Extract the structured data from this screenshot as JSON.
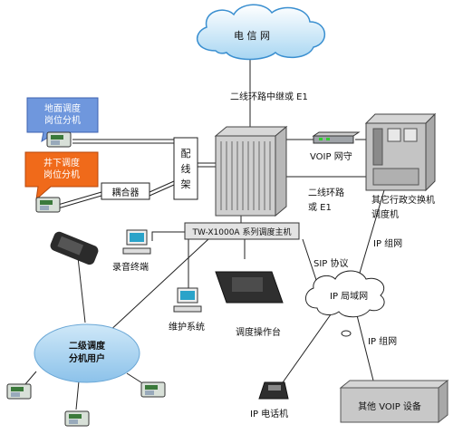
{
  "nodes": {
    "telecom": "电 信 网",
    "ground_dispatcher": "地面调度\n岗位分机",
    "underground_dispatcher": "井下调度\n岗位分机",
    "distribution_frame": "配\n线\n架",
    "coupler": "耦合器",
    "main_unit": "TW-X1000A 系列调度主机",
    "recorder": "录音终端",
    "maintenance": "维护系统",
    "console": "调度操作台",
    "secondary_users": "二级调度\n分机用户",
    "ip_lan": "IP 局域网",
    "ip_phone": "IP 电话机",
    "other_voip": "其他 VOIP 设备",
    "other_switch": "其它行政交换机\n调度机"
  },
  "links": {
    "relay": "二线环路中继或 E1",
    "voip_gateway": "VOIP 网守",
    "loop_e1": "二线环路\n或 E1",
    "sip": "SIP 协议",
    "ip_group_1": "IP 组网",
    "ip_group_2": "IP 组网"
  },
  "colors": {
    "cloud_fill": "#bfe3f7",
    "cloud_stroke": "#3a8fd0",
    "ground_callout": "#6f97dd",
    "underground_callout": "#f06a1a",
    "ellipse_fill": "#a9d3ef",
    "main_unit_fill": "#e3e3e3"
  }
}
